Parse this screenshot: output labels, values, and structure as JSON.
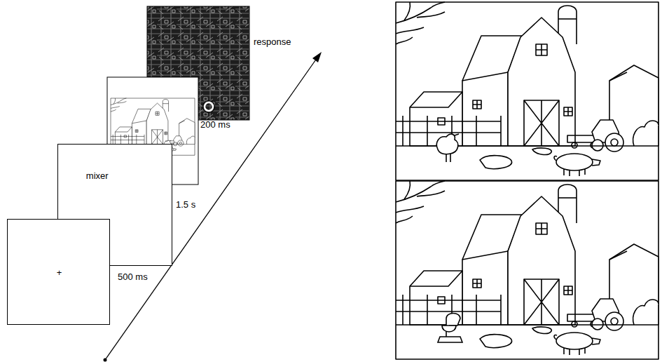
{
  "diagram": {
    "nodes": [
      {
        "text": [
          "mixer"
        ]
      },
      {
        "text": [
          "+"
        ]
      }
    ],
    "labels": [
      "response",
      "200 ms",
      "1.5 s",
      "500 ms"
    ]
  }
}
